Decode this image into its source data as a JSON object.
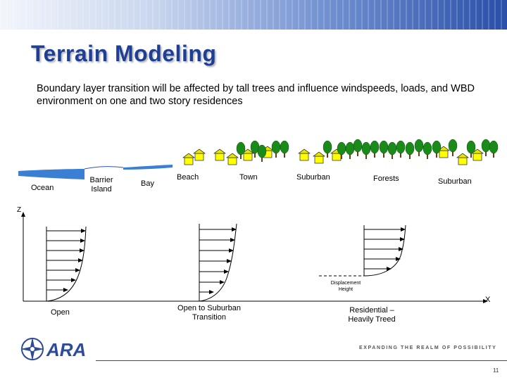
{
  "slide": {
    "title": "Terrain Modeling",
    "subtitle": "Boundary layer transition will be affected by tall trees and influence windspeeds, loads, and WBD environment on one and two story residences",
    "terrain_labels": {
      "ocean": "Ocean",
      "barrier_island": "Barrier Island",
      "bay": "Bay",
      "beach": "Beach",
      "town": "Town",
      "suburban_1": "Suburban",
      "forests": "Forests",
      "suburban_2": "Suburban"
    },
    "axes": {
      "z": "Z",
      "x": "X"
    },
    "profiles": {
      "open": "Open",
      "open_to_suburban": "Open to Suburban Transition",
      "residential": "Residential – Heavily Treed"
    },
    "displacement_label": "Displacement Height",
    "logo_text": "ARA",
    "tagline": "EXPANDING THE REALM OF POSSIBILITY",
    "page_number": "11"
  },
  "colors": {
    "title": "#1f3f95",
    "water": "#3b7fd4",
    "house": "#ffff00",
    "tree": "#1a8a1a",
    "logo": "#2e4a9a"
  }
}
